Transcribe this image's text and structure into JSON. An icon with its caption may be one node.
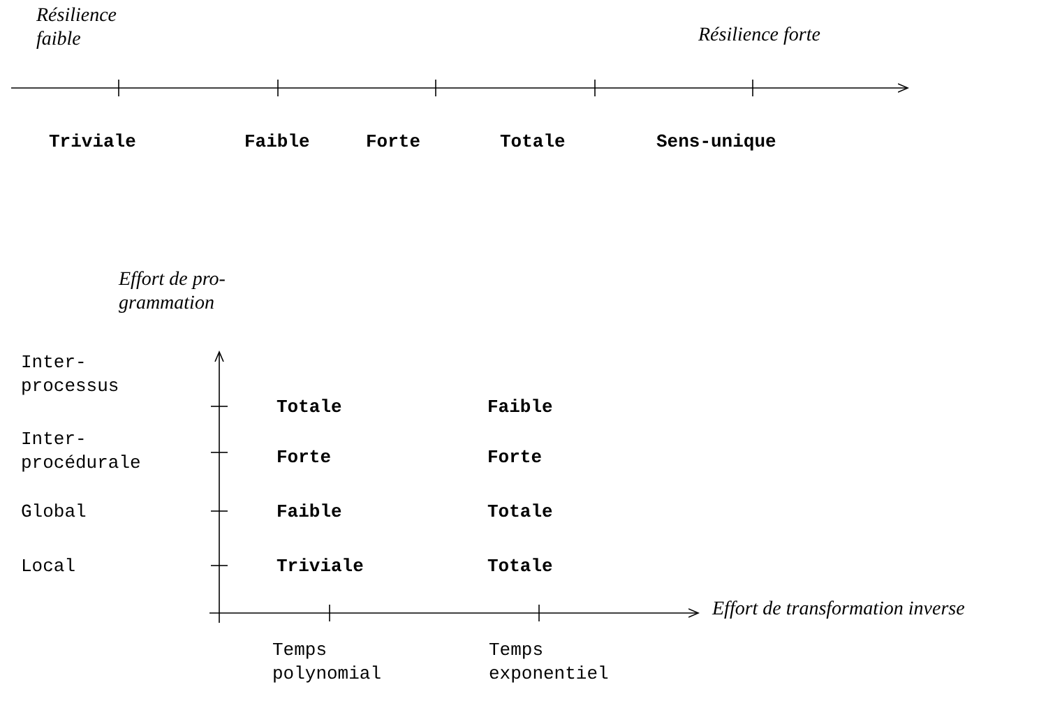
{
  "diagram": {
    "labels": [
      "Résilience faible",
      "Résilience forte",
      "Triviale",
      "Faible",
      "Forte",
      "Totale",
      "Sens-unique",
      "Effort de pro- grammation",
      "Inter- processus",
      "Totale",
      "Faible",
      "Inter- procédurale",
      "Forte",
      "Forte",
      "Global",
      "Faible",
      "Totale",
      "Local",
      "Triviale",
      "Totale",
      "Effort de transformation inverse",
      "Temps polynomial",
      "Temps exponentiel"
    ]
  }
}
